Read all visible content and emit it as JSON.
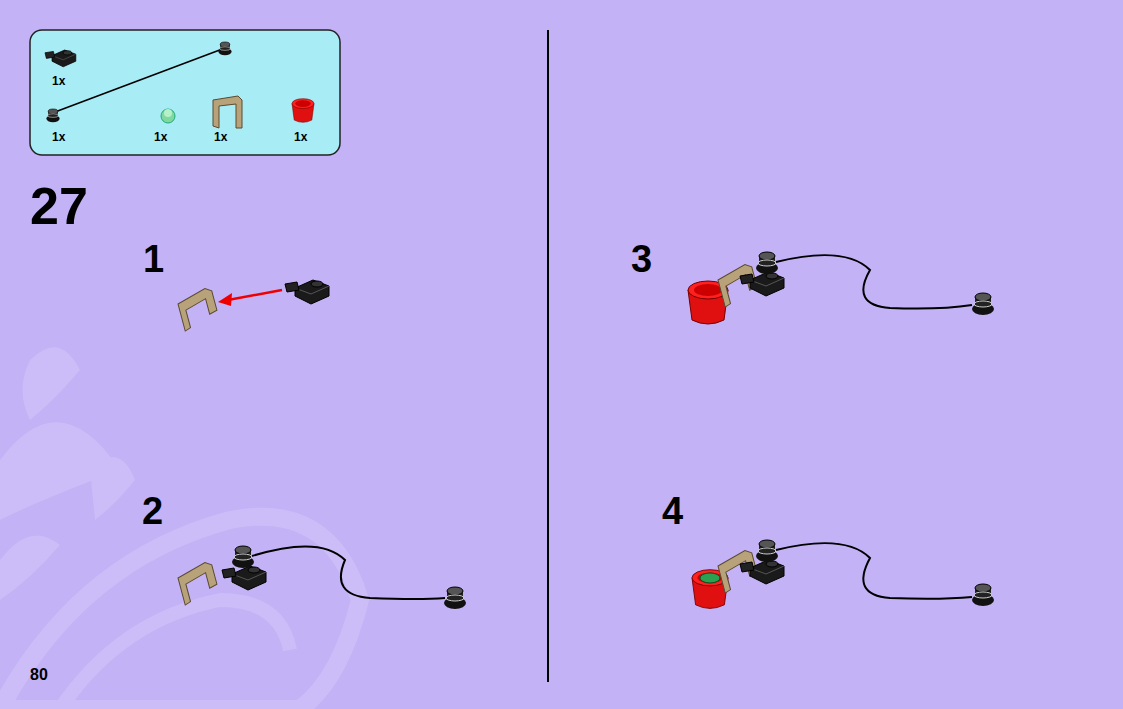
{
  "diagram": {
    "nodes": [
      {
        "text": [
          "1x",
          "1x",
          "1x",
          "1x",
          "1x"
        ]
      }
    ],
    "labels": [
      "27",
      "1",
      "2",
      "3",
      "4",
      "80"
    ]
  }
}
